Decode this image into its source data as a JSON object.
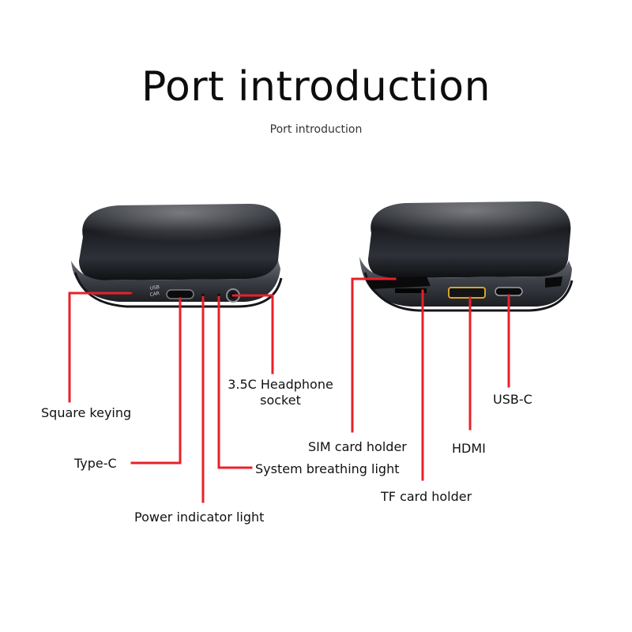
{
  "header": {
    "title": "Port introduction",
    "subtitle": "Port introduction"
  },
  "device_printing": {
    "usb_car": "USB\nCAR"
  },
  "colors": {
    "callout_line": "#e8202a",
    "device_body": "#2a2d33",
    "hdmi_port": "#d6a52a"
  },
  "left_device": {
    "callouts": {
      "square_keying": "Square keying",
      "type_c": "Type-C",
      "power_indicator": "Power indicator light",
      "system_light": "System breathing light",
      "headphone_line1": "3.5C Headphone",
      "headphone_line2": "socket"
    }
  },
  "right_device": {
    "callouts": {
      "sim_holder": "SIM card holder",
      "tf_holder": "TF card holder",
      "hdmi": "HDMI",
      "usb_c": "USB-C"
    }
  }
}
